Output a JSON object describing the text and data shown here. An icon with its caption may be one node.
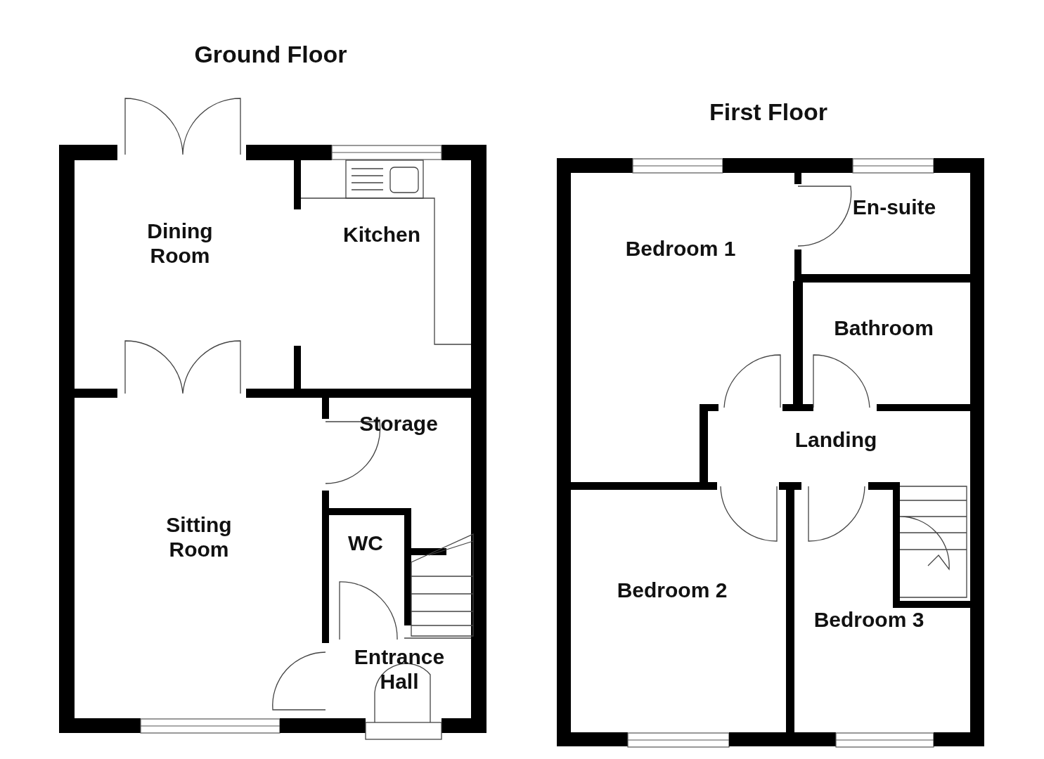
{
  "diagram": {
    "labels": [
      "Ground Floor",
      "First Floor",
      "Dining Room",
      "Kitchen",
      "En-suite",
      "Bedroom 1",
      "Bathroom",
      "Storage",
      "Landing",
      "Sitting Room",
      "WC",
      "Bedroom 2",
      "Bedroom 3",
      "Entrance Hall"
    ]
  }
}
